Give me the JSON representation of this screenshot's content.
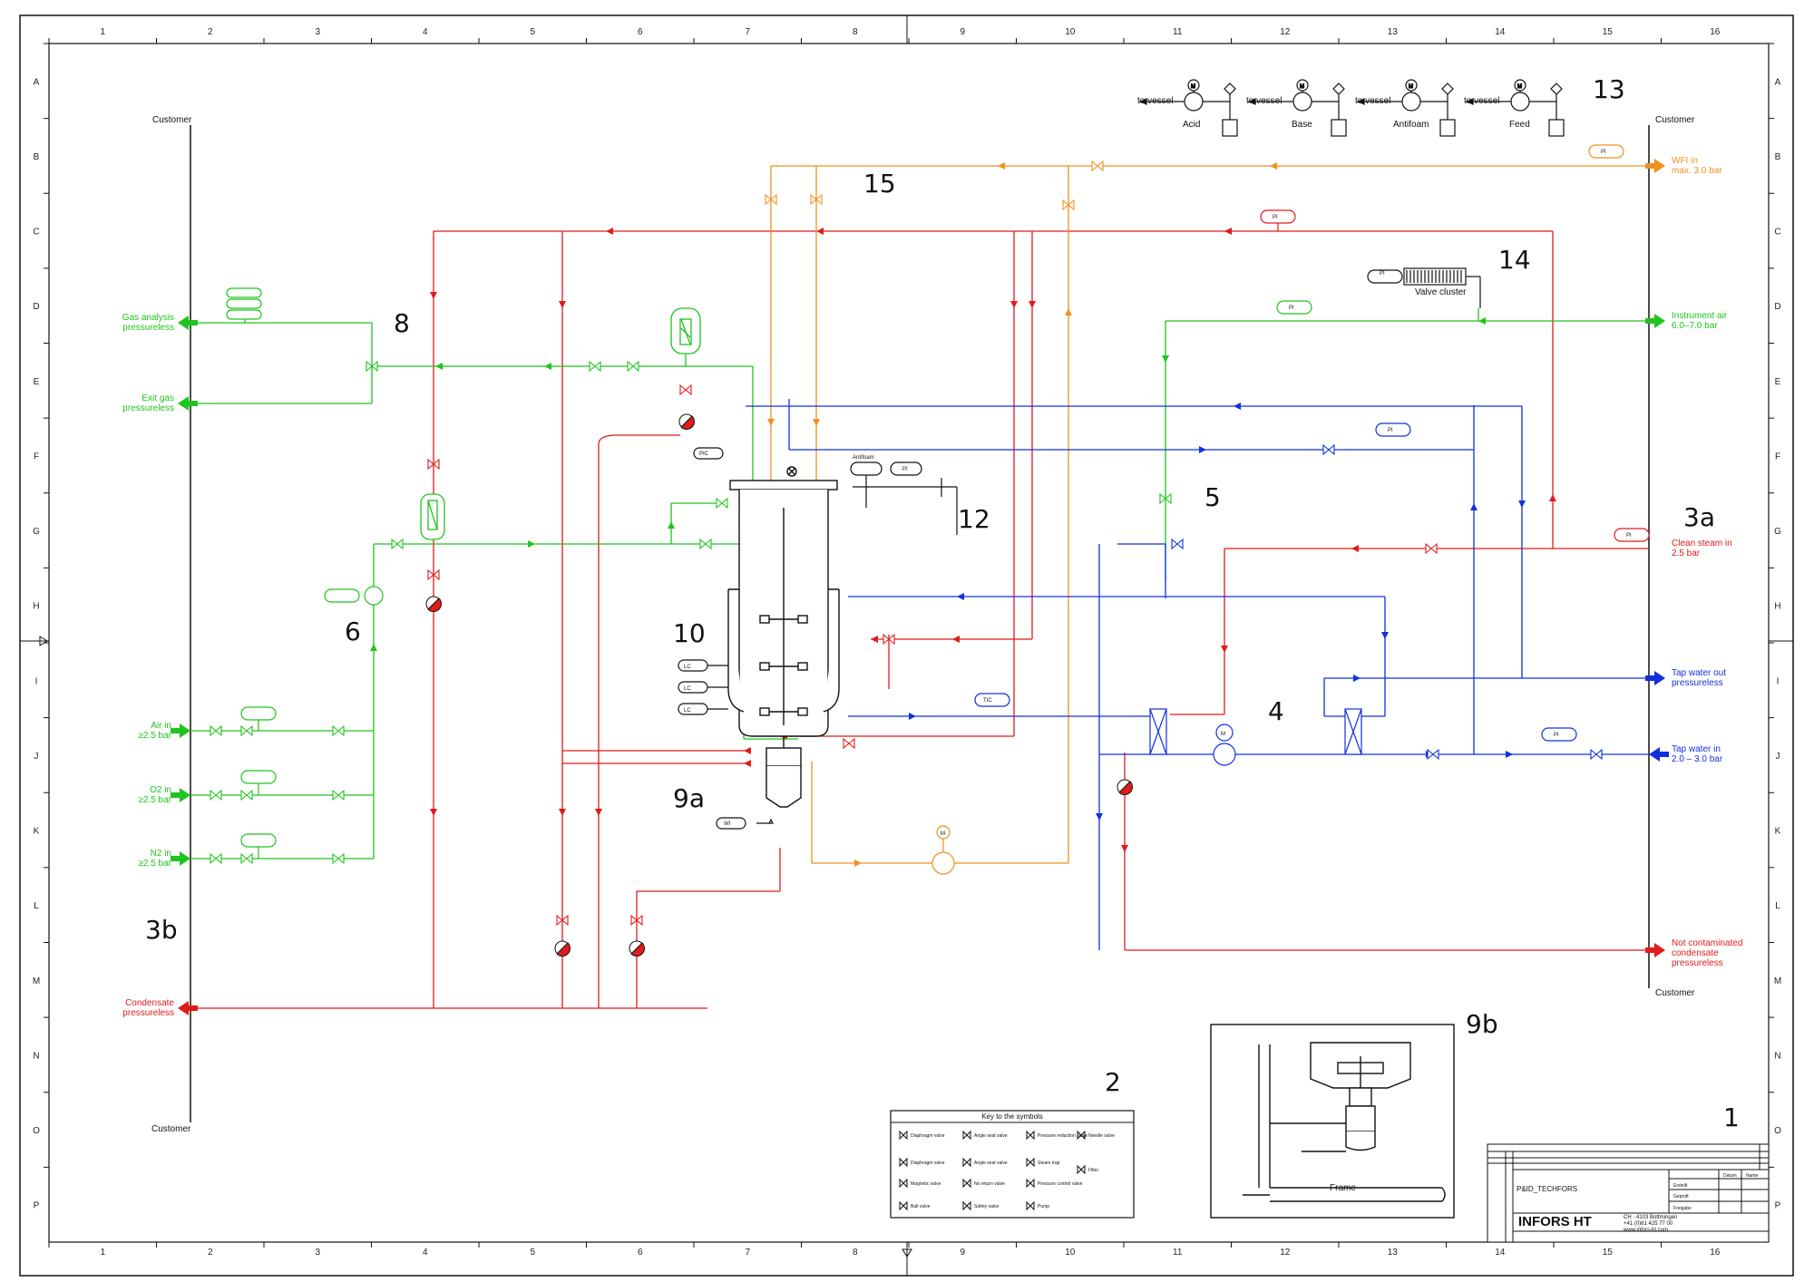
{
  "colors": {
    "steam_condensate": "#e01b1b",
    "gas": "#1fc41f",
    "wfi": "#f0901e",
    "water": "#1030e0",
    "frame": "#111111"
  },
  "grid": {
    "columns": [
      "1",
      "2",
      "3",
      "4",
      "5",
      "6",
      "7",
      "8",
      "9",
      "10",
      "11",
      "12",
      "13",
      "14",
      "15",
      "16"
    ],
    "rows": [
      "A",
      "B",
      "C",
      "D",
      "E",
      "F",
      "G",
      "H",
      "I",
      "J",
      "K",
      "L",
      "M",
      "N",
      "O",
      "P"
    ]
  },
  "boundary": {
    "customer_labels": [
      "Customer",
      "Customer",
      "Customer",
      "Customer"
    ]
  },
  "section_numbers": {
    "n1": "1",
    "n2": "2",
    "n3a": "3a",
    "n3b": "3b",
    "n4": "4",
    "n5": "5",
    "n6": "6",
    "n8": "8",
    "n9a": "9a",
    "n9b": "9b",
    "n10": "10",
    "n12": "12",
    "n13": "13",
    "n14": "14",
    "n15": "15"
  },
  "utilities_left": {
    "gas_analysis": [
      "Gas analysis",
      "pressureless"
    ],
    "exit_gas": [
      "Exit gas",
      "pressureless"
    ],
    "air_in": [
      "Air in",
      "≥2.5 bar"
    ],
    "o2_in": [
      "O2 in",
      "≥2.5 bar"
    ],
    "n2_in": [
      "N2 in",
      "≥2.5 bar"
    ],
    "condensate": [
      "Condensate",
      "pressureless"
    ]
  },
  "utilities_right": {
    "wfi_in": [
      "WFI in",
      "max. 3.0 bar"
    ],
    "instrument_air": [
      "Instrument air",
      "6.0–7.0 bar"
    ],
    "clean_steam": [
      "Clean steam in",
      "2.5 bar"
    ],
    "tap_water_out": [
      "Tap water out",
      "pressureless"
    ],
    "tap_water_in": [
      "Tap water in",
      "2.0 – 3.0 bar"
    ],
    "not_contaminated": [
      "Not contaminated",
      "condensate",
      "pressureless"
    ]
  },
  "pumps": {
    "to_vessel": "to vessel",
    "items": [
      "Acid",
      "Base",
      "Antifoam",
      "Feed"
    ],
    "motor": "M"
  },
  "valve_cluster": "Valve cluster",
  "key": {
    "title": "Key to the symbols",
    "entries": [
      "Diaphragm valve",
      "Angle seat valve",
      "Pressure reduction valve",
      "Diaphragm valve",
      "Angle seat valve",
      "Steam trap",
      "Magnetic valve",
      "No return valve",
      "Pressure control valve",
      "Ball valve",
      "Safety valve",
      "Pump",
      "Needle valve",
      "Filter"
    ]
  },
  "detail_9b": {
    "frame_label": "Frame"
  },
  "title_block": {
    "drawing_name": "P&ID_TECHFORS",
    "company": "INFORS HT",
    "address": [
      "CH - 4103 Bottmingen",
      "+41 (0)61 425 77 00",
      "www.infors-ht.com"
    ],
    "date_hdr": "Datum",
    "name_hdr": "Name",
    "rows": [
      "Erstellt",
      "Geprüft",
      "Freigabe"
    ]
  },
  "instruments": {
    "pi": "PI",
    "pic": "PIC",
    "tic": "TIC",
    "wi": "WI",
    "antifoam": "Antifoam",
    "lc": "LC"
  }
}
